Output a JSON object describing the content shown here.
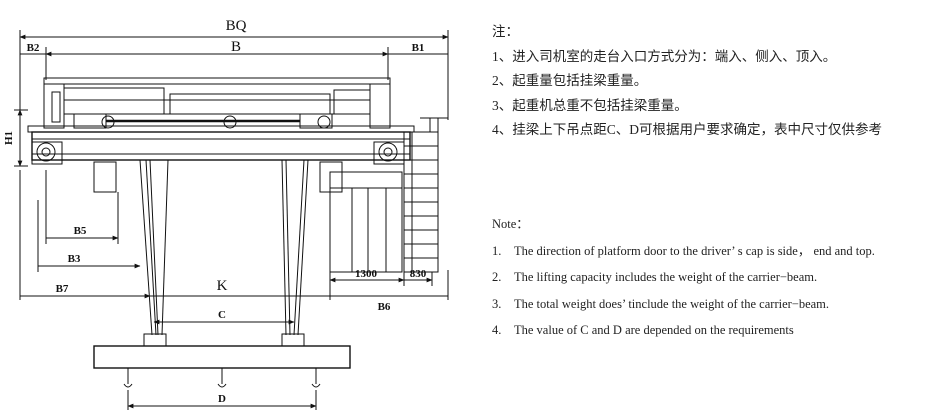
{
  "labels": {
    "BQ": "BQ",
    "B": "B",
    "B1": "B1",
    "B2": "B2",
    "H1": "H1",
    "B5": "B5",
    "B3": "B3",
    "B7": "B7",
    "K": "K",
    "C": "C",
    "D": "D",
    "B6": "B6",
    "d1300": "1300",
    "d830": "830"
  },
  "notes_cn": {
    "heading": "注：",
    "items": [
      "1、进入司机室的走台入口方式分为：端入、侧入、顶入。",
      "2、起重量包括挂梁重量。",
      "3、起重机总重不包括挂梁重量。",
      "4、挂梁上下吊点距C、D可根据用户要求确定，表中尺寸仅供参考"
    ]
  },
  "notes_en": {
    "heading": "Note：",
    "items": [
      {
        "num": "1.",
        "text": "The direction of platform door to the driver’ s cap is side， end and top."
      },
      {
        "num": "2.",
        "text": "The lifting capacity includes the weight of the carrier−beam."
      },
      {
        "num": "3.",
        "text": "The total weight does’ tinclude the weight of the carrier−beam."
      },
      {
        "num": "4.",
        "text": "The value of C and D are depended on the requirements"
      }
    ]
  }
}
